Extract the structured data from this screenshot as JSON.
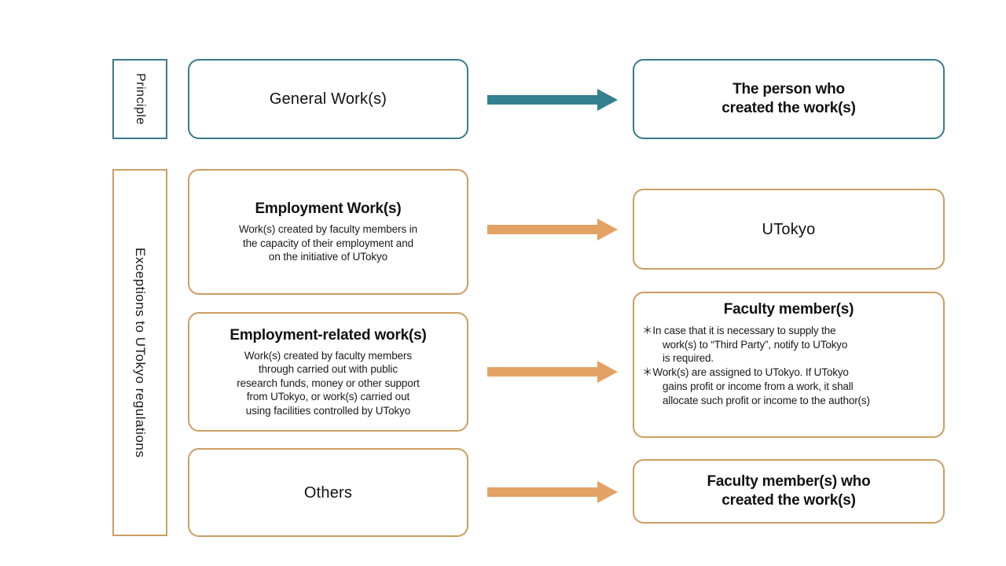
{
  "colors": {
    "teal": "#3a7a8a",
    "orange": "#cb9e62",
    "arrow_teal": "#33808f",
    "arrow_orange": "#e3a263",
    "text": "#111111",
    "background": "#ffffff"
  },
  "rails": {
    "principle": {
      "label": "Principle"
    },
    "exceptions": {
      "label": "Exceptions to UTokyo regulations"
    }
  },
  "rows": [
    {
      "id": "principle",
      "source": {
        "title": "General Work(s)"
      },
      "arrow": {
        "name": "arrow-general-work-to-person",
        "color": "#33808f"
      },
      "target": {
        "title": "The person who\ncreated the work(s)",
        "line1": "The person who",
        "line2": "created the work(s)"
      }
    },
    {
      "id": "employment-work",
      "source": {
        "title": "Employment Work(s)",
        "body": "Work(s) created by faculty members in the capacity of their employment and on the initiative of UTokyo",
        "body_lines": [
          "Work(s) created by faculty members in",
          "the capacity of their employment and",
          "on the initiative of UTokyo"
        ]
      },
      "arrow": {
        "name": "arrow-employment-work-to-utokyo",
        "color": "#e3a263"
      },
      "target": {
        "title": "UTokyo"
      }
    },
    {
      "id": "employment-related-work",
      "source": {
        "title": "Employment-related work(s)",
        "body": "Work(s) created by faculty members through carried out with public research funds, money or other support from UTokyo, or work(s) carried out using facilities controlled by UTokyo",
        "body_lines": [
          "Work(s) created by faculty members",
          "through carried out with public",
          "research funds, money or other support",
          "from UTokyo, or work(s) carried out",
          "using facilities controlled by UTokyo"
        ]
      },
      "arrow": {
        "name": "arrow-employment-related-to-faculty",
        "color": "#e3a263"
      },
      "target": {
        "title": "Faculty member(s)",
        "notes": [
          "＊In case that it is necessary to supply the",
          "work(s) to “Third Party”, notify to UTokyo",
          "is required.",
          "＊Work(s) are assigned to UTokyo. If UTokyo",
          "gains profit or income from a work, it shall",
          "allocate such profit or income to the author(s)"
        ]
      }
    },
    {
      "id": "others",
      "source": {
        "title": "Others"
      },
      "arrow": {
        "name": "arrow-others-to-faculty-creator",
        "color": "#e3a263"
      },
      "target": {
        "title": "Faculty member(s) who\ncreated the work(s)",
        "line1": "Faculty member(s) who",
        "line2": "created the work(s)"
      }
    }
  ]
}
